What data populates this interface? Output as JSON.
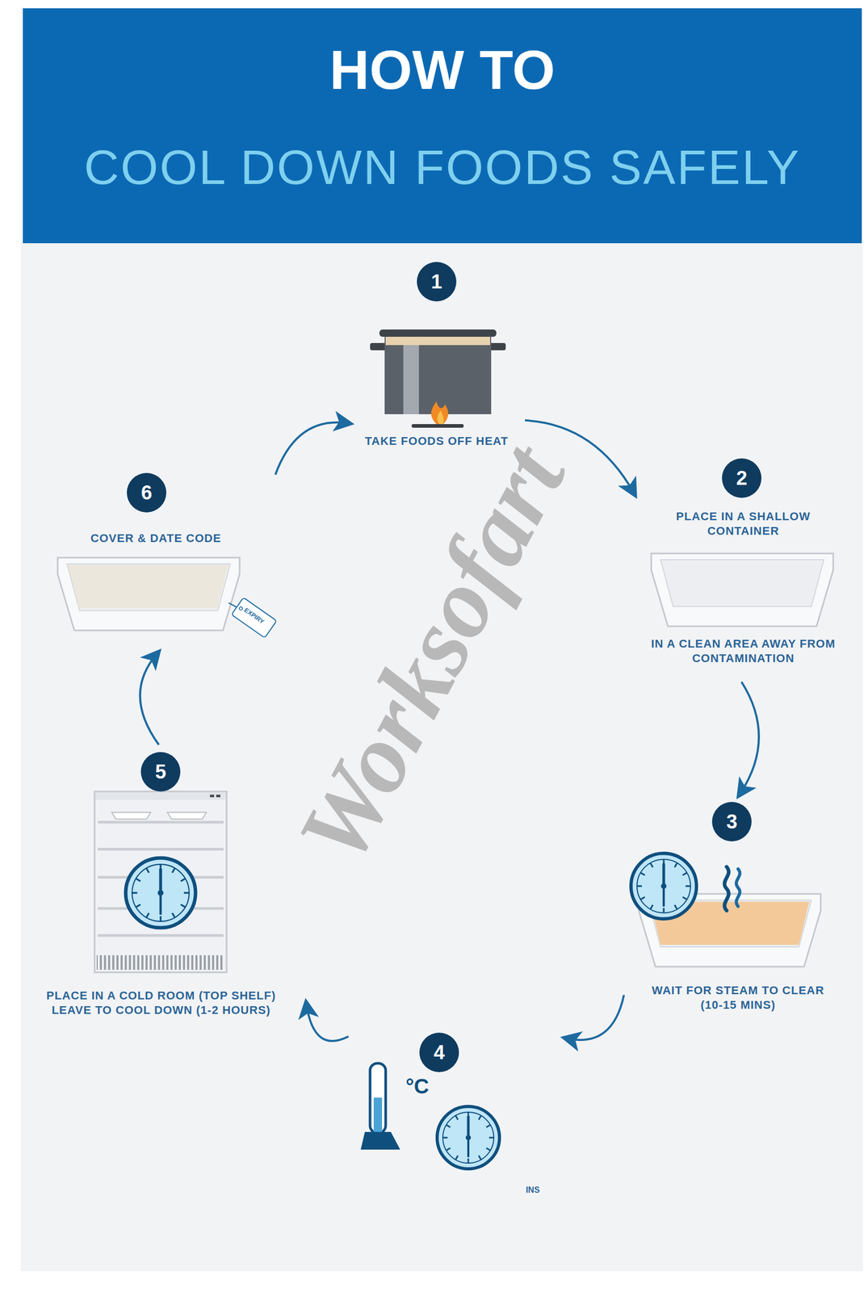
{
  "diagram": {
    "nodes": [
      {
        "text": [
          "HOW TO",
          "COOL DOWN FOODS SAFELY"
        ]
      },
      {
        "text": [
          "1",
          "TAKE FOODS OFF HEAT"
        ]
      },
      {
        "text": [
          "2",
          "PLACE IN A SHALLOW CONTAINER",
          "IN A CLEAN AREA AWAY FROM CONTAMINATION"
        ]
      },
      {
        "text": [
          "3",
          "WAIT FOR STEAM TO CLEAR (10-15 MINS)"
        ]
      },
      {
        "text": [
          "4",
          "INS"
        ]
      },
      {
        "text": [
          "5",
          "PLACE IN A COLD ROOM (TOP SHELF) LEAVE TO COOL DOWN (1-2 HOURS)"
        ]
      },
      {
        "text": [
          "6",
          "COVER & DATE CODE"
        ]
      }
    ],
    "edges": [
      {
        "from": 1,
        "to": 2,
        "arrow": "to"
      },
      {
        "from": 2,
        "to": 3,
        "arrow": "to"
      },
      {
        "from": 3,
        "to": 4,
        "arrow": "to"
      },
      {
        "from": 4,
        "to": 5,
        "arrow": "to"
      },
      {
        "from": 5,
        "to": 6,
        "arrow": "to"
      },
      {
        "from": 6,
        "to": 1,
        "arrow": "to"
      }
    ],
    "labels": [
      "°C",
      "EXPIRY",
      "Worksofart"
    ]
  }
}
